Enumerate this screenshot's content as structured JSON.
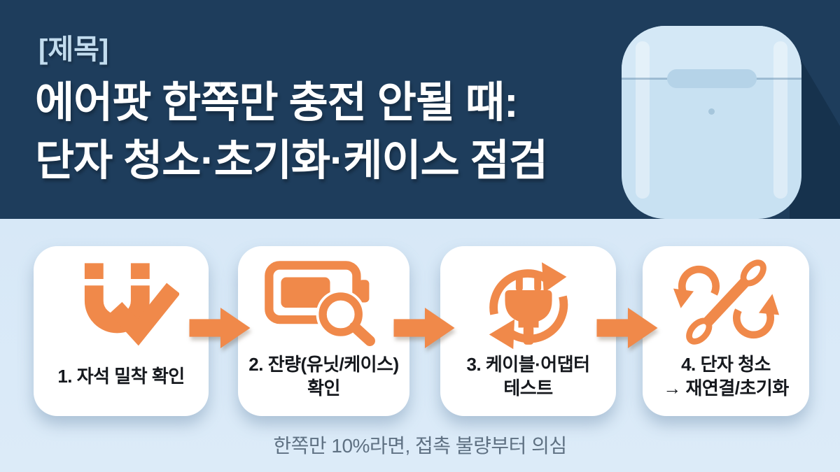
{
  "header": {
    "tag_label": "[제목]",
    "title_line1": "에어팟 한쪽만 충전 안될 때:",
    "title_line2": "단자 청소·초기화·케이스 점검",
    "illustration": "airpods-charging-case"
  },
  "steps": [
    {
      "num": "1",
      "icon": "magnet-check-icon",
      "line1": "1. 자석 밀착 확인",
      "line2": ""
    },
    {
      "num": "2",
      "icon": "battery-magnifier-icon",
      "line1": "2. 잔량(유닛/케이스)",
      "line2": "확인"
    },
    {
      "num": "3",
      "icon": "plug-refresh-icon",
      "line1": "3. 케이블·어댑터",
      "line2": "테스트"
    },
    {
      "num": "4",
      "icon": "swab-reset-icon",
      "line1": "4. 단자 청소",
      "line2": "→ 재연결/초기화"
    }
  ],
  "footer": {
    "caption": "한쪽만 10%라면, 접촉 불량부터 의심"
  },
  "colors": {
    "header_navy": "#1E3D5C",
    "band_blue": "#DAEAF8",
    "accent_orange": "#F0894A",
    "tag_blue": "#C2DCEE",
    "case_blue": "#C8E1F2",
    "card_white": "#FFFFFF",
    "label_dark": "#16191E",
    "caption_gray": "#5F7183"
  }
}
